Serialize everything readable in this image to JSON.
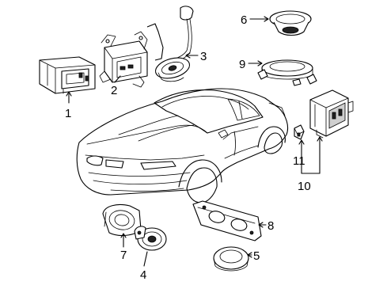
{
  "callouts": [
    {
      "id": "1",
      "label": "1"
    },
    {
      "id": "2",
      "label": "2"
    },
    {
      "id": "3",
      "label": "3"
    },
    {
      "id": "4",
      "label": "4"
    },
    {
      "id": "5",
      "label": "5"
    },
    {
      "id": "6",
      "label": "6"
    },
    {
      "id": "7",
      "label": "7"
    },
    {
      "id": "8",
      "label": "8"
    },
    {
      "id": "9",
      "label": "9"
    },
    {
      "id": "10",
      "label": "10"
    },
    {
      "id": "11",
      "label": "11"
    }
  ],
  "colors": {
    "line": "#000000",
    "background": "#ffffff",
    "shade": "#cfcfcf"
  }
}
